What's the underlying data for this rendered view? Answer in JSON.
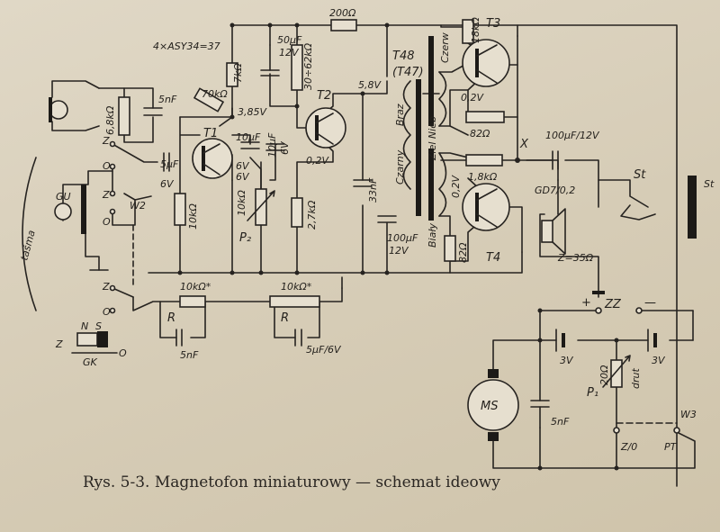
{
  "diagram": {
    "transistor_note": "4×ASY34=37",
    "transistors": {
      "t1": "T1",
      "t2": "T2",
      "t3": "T3",
      "t4": "T4"
    },
    "resistors": {
      "r_200": "200Ω",
      "r_70k": "70kΩ",
      "r_7k": "7kΩ",
      "r_6k8": "6,8kΩ",
      "r_30_62k": "30÷62kΩ",
      "r_10k_base": "10kΩ",
      "r_2k7": "2,7kΩ",
      "r_18k": "18kΩ",
      "r_82_top": "82Ω",
      "r_1k8": "1,8kΩ",
      "r_82_bot": "82Ω",
      "r_10k_a": "10kΩ*",
      "r_10k_b": "10kΩ*",
      "r_mark_a": "R",
      "r_mark_b": "R",
      "p2_value": "10kΩ",
      "p2_name": "P₂",
      "p1_value": "20Ω",
      "p1_name": "P₁",
      "wire_label": "drut"
    },
    "capacitors": {
      "c_50u": "50μF",
      "c_50u_v": "12V",
      "c_5n_top": "5nF",
      "c_5u": "5μF",
      "c_5u_v": "6V",
      "c_10u_a": "10μF",
      "c_10u_a_v": "6V",
      "c_10u_b": "10μF",
      "c_10u_b_v": "6V",
      "c_33n": "33nF",
      "c_100u": "100μF",
      "c_100u_v": "12V",
      "c_out": "100μF/12V",
      "c_5n_r": "5nF",
      "c_5u_6v": "5μF/6V",
      "c_5n_ms": "5nF"
    },
    "voltages": {
      "v_385": "3,85V",
      "v_58": "5,8V",
      "v_t1": "6V",
      "v_t2": "0,2V",
      "v_t3": "0,2V",
      "v_t4": "0,2V",
      "batt_l": "3V",
      "batt_r": "3V"
    },
    "transformer": {
      "name": "T48",
      "alt": "(T47)",
      "wire_braz": "Braz",
      "wire_czarny": "Czarny",
      "wire_czerw": "Czerw",
      "wire_ziel": "Ziel Nieb",
      "wire_bialy": "Biały"
    },
    "speaker": {
      "name": "GD7/0,2",
      "impedance": "Z=35Ω"
    },
    "switches": {
      "w2": "W2",
      "w3": "W3",
      "st": "St",
      "zz": "ZZ",
      "z_0": "Z/0",
      "pt": "PT",
      "contact_z1": "Z",
      "contact_o1": "O",
      "contact_z2": "Z",
      "contact_o2": "O",
      "contact_z3": "Z",
      "contact_o3": "O"
    },
    "tape": {
      "label": "taśma",
      "head": "GU"
    },
    "erase": {
      "n": "N",
      "s": "S",
      "z": "Z",
      "gk": "GK",
      "o": "O"
    },
    "motor": "MS",
    "node_x": "X",
    "plus": "+",
    "minus": "—",
    "st_right": "St"
  },
  "caption": {
    "number": "Rys. 5-3.",
    "text": "Magnetofon miniaturowy — schemat ideowy"
  }
}
